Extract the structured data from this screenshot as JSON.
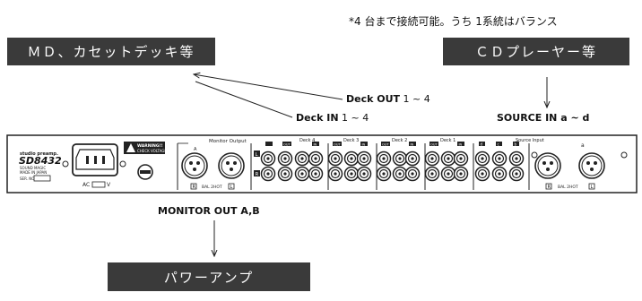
{
  "note": "*4 台まで接続可能。うち 1系統はバランス",
  "boxes": {
    "md": "ＭＤ、カセットデッキ等",
    "cd": "ＣＤプレーヤー等",
    "amp": "パワーアンプ"
  },
  "labels": {
    "deck_out_bold": "Deck OUT",
    "deck_out_range": " 1 ~ 4",
    "deck_in_bold": "Deck IN",
    "deck_in_range": " 1 ~ 4",
    "source_in": "SOURCE IN a ~ d",
    "monitor_out": "MONITOR OUT A,B"
  },
  "panel": {
    "brand": "studio preamp.",
    "model": "SD8432",
    "brand_line1": "SOUND MAGIC",
    "brand_line2": "MADE IN JAPAN",
    "serial": "SER. NO.",
    "ac": "AC",
    "volt": "V",
    "warning_title": "WARNING!!",
    "warning_sub": "CHECK VOLTAGE",
    "monitor_output": "Monitor Output",
    "mon_a": "A",
    "mon_b": "B",
    "bal": "BAL 2HOT",
    "deck_labels": [
      "Deck 4",
      "Deck 3",
      "Deck 2",
      "Deck 1"
    ],
    "out_label": "OUT",
    "in_label": "IN",
    "source_input": "Source Input",
    "src_a": "a",
    "src_cols": [
      "d",
      "c",
      "b"
    ],
    "L": "L",
    "R": "R"
  }
}
